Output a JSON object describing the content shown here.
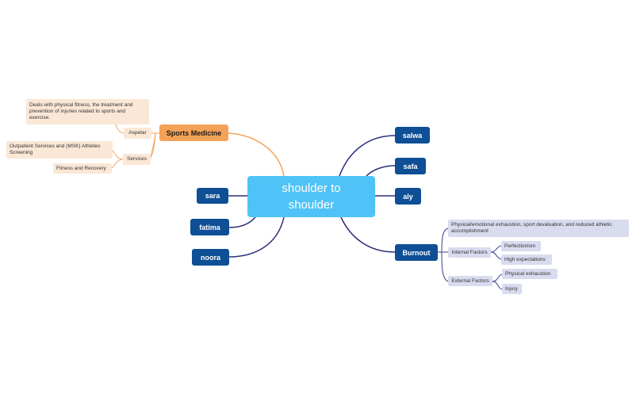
{
  "central": {
    "line1": "shoulder to",
    "line2": "shoulder"
  },
  "left": {
    "sports_medicine": {
      "label": "Sports Medicine",
      "aspetar": {
        "label": "Aspetar",
        "description": "Deals with physical fitness, the treatment and prevention of injuries related to sports and exercise."
      },
      "services": {
        "label": "Services",
        "items": [
          "Outpatient Services and (MSK) Athletes Screening",
          "Fitness and Recovery"
        ]
      }
    },
    "people": [
      "sara",
      "fatima",
      "noora"
    ]
  },
  "right": {
    "people": [
      "salwa",
      "safa",
      "aly"
    ],
    "burnout": {
      "label": "Burnout",
      "description": "Physical/emotional exhaustion, sport devaluation, and reduced athletic accomplishment",
      "internal": {
        "label": "Internal Factors",
        "items": [
          "Perfectionism",
          "High expectations"
        ]
      },
      "external": {
        "label": "External Factors",
        "items": [
          "Physical exhaustion",
          "Injury"
        ]
      }
    }
  },
  "colors": {
    "central": "#4fc3f7",
    "primary_node": "#0e4f96",
    "primary_line": "#2b2f7a",
    "orange_node": "#f4a258",
    "orange_line": "#f4a258",
    "peach_node": "#fbe7d6",
    "lavender_node": "#d9dbee",
    "lavender_line": "#3b3f8f"
  }
}
